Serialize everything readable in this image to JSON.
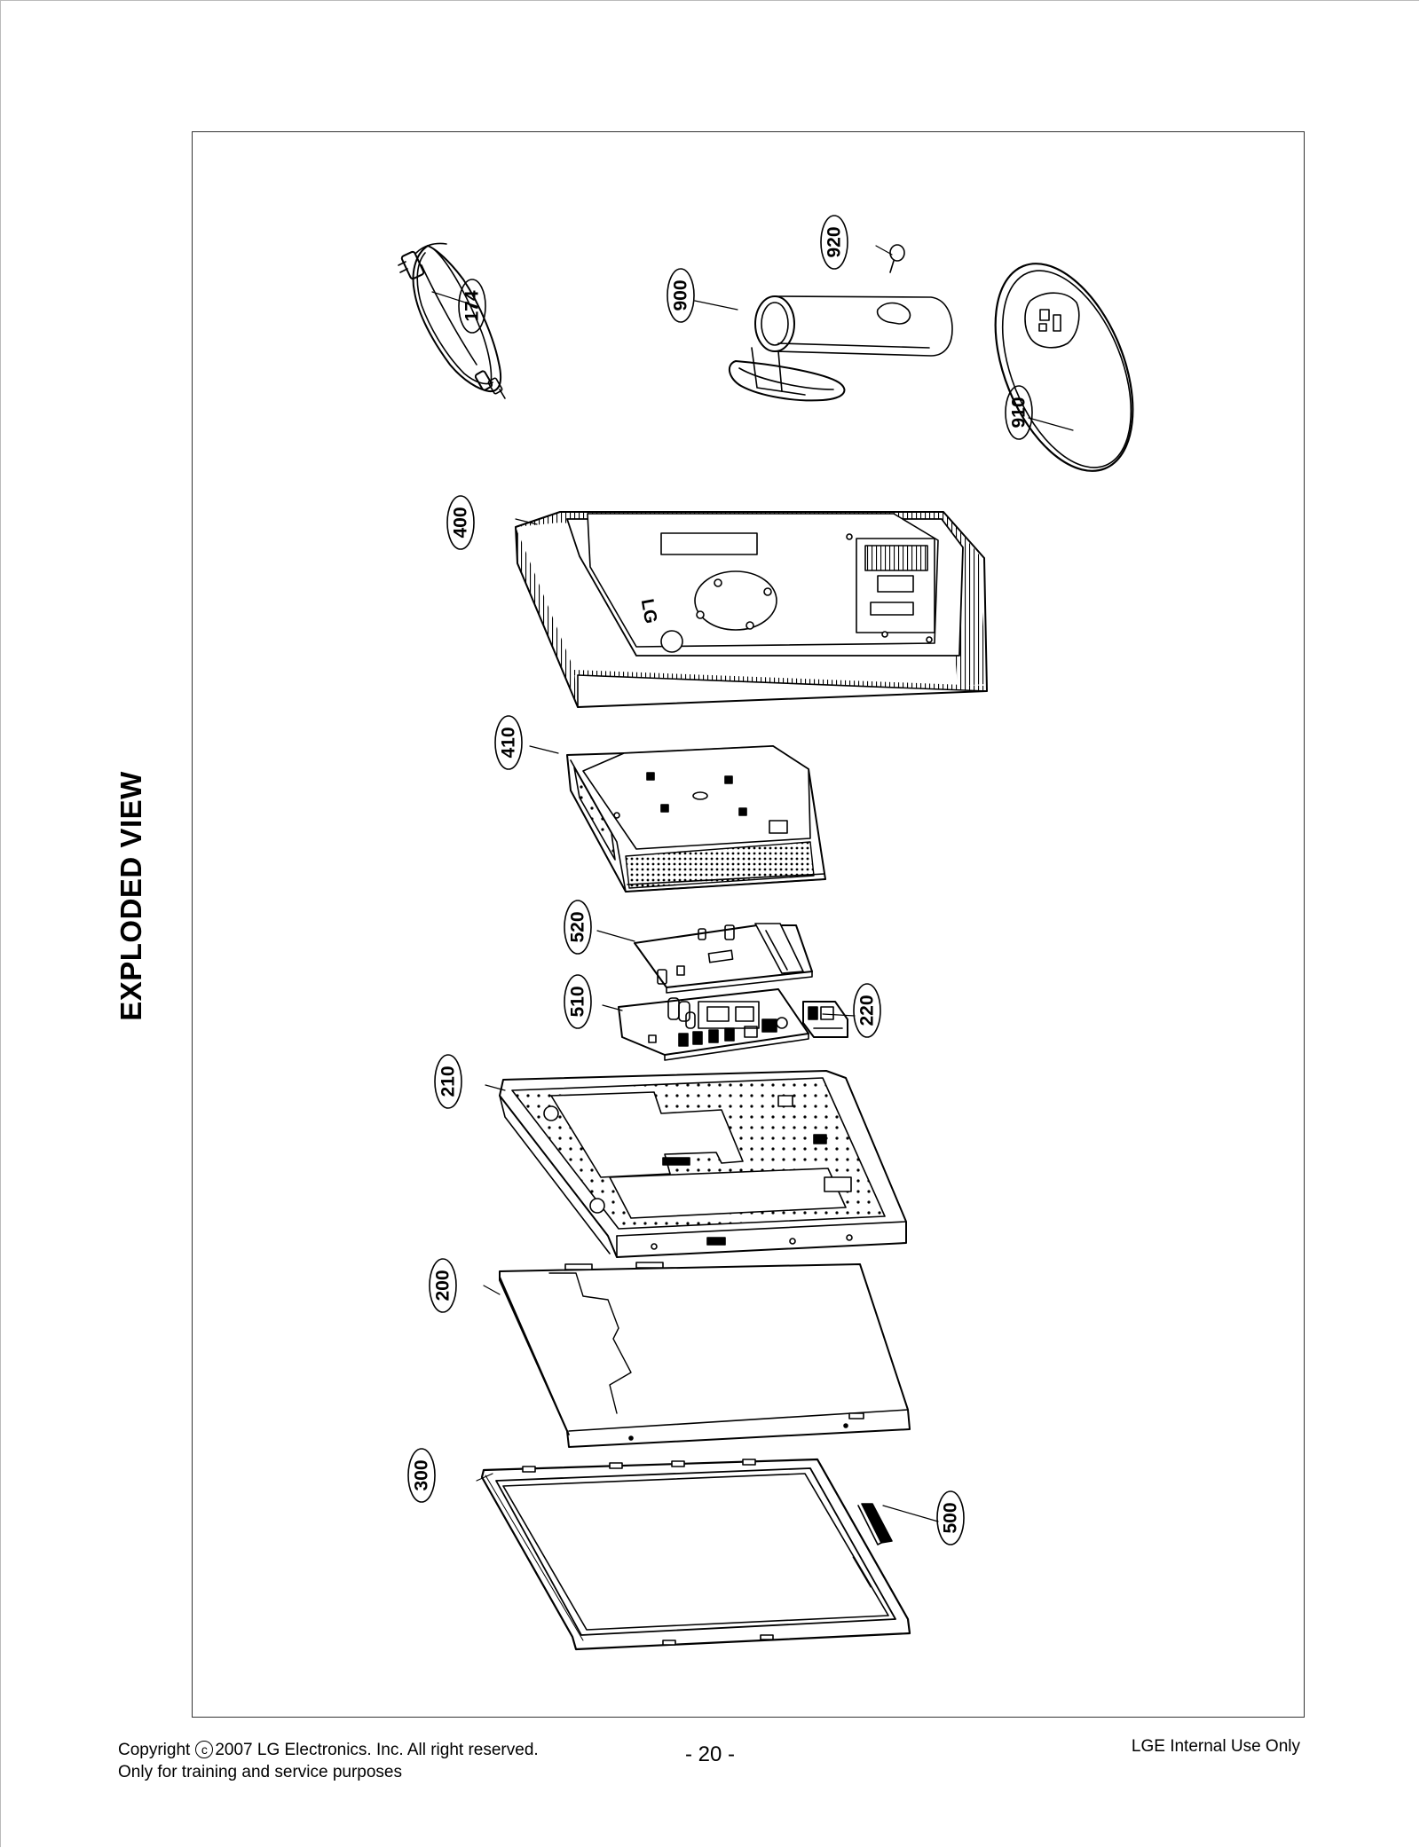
{
  "page": {
    "side_title": "EXPLODED VIEW",
    "page_number": "- 20 -",
    "internal_note": "LGE Internal Use Only",
    "copyright_prefix": "Copyright",
    "copyright_symbol": "c",
    "copyright_rest": "2007 LG Electronics. Inc. All right reserved.",
    "training_note": "Only for training and service purposes"
  },
  "callouts": {
    "power_cord": "174",
    "stand_neck": "900",
    "hinge_screw": "920",
    "stand_base": "910",
    "back_cover": "400",
    "shield_case": "410",
    "main_board": "520",
    "power_board": "510",
    "control_board": "220",
    "main_frame": "210",
    "lcd_module": "200",
    "front_cabinet": "300",
    "button_key": "500"
  },
  "drawing": {
    "logo_text": "LG"
  }
}
